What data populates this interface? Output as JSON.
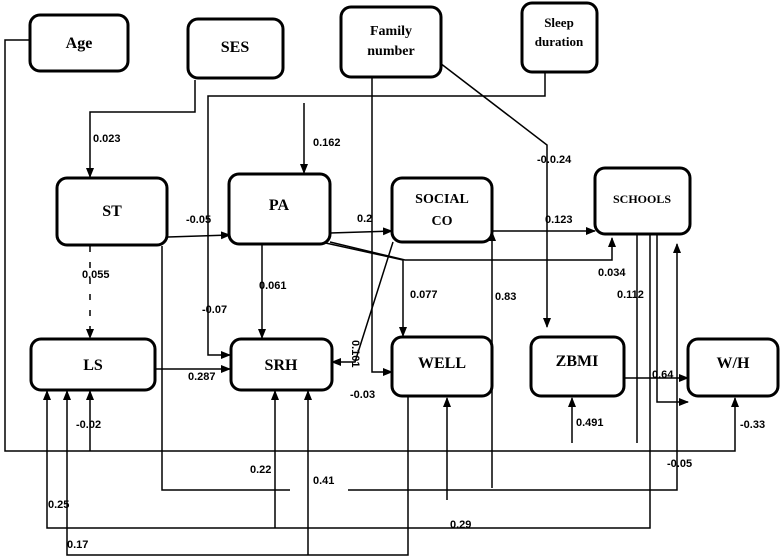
{
  "nodes": {
    "age": "Age",
    "ses": "SES",
    "family_l1": "Family",
    "family_l2": "number",
    "sleep_l1": "Sleep",
    "sleep_l2": "duration",
    "st": "ST",
    "pa": "PA",
    "social_l1": "SOCIAL",
    "social_l2": "CO",
    "schools": "SCHOOLS",
    "ls": "LS",
    "srh": "SRH",
    "well": "WELL",
    "zbmi": "ZBMI",
    "wh": "W/H"
  },
  "coefficients": {
    "ses_st": "0.023",
    "ses_pa": "0.162",
    "st_pa": "-0.05",
    "pa_social": "0.2",
    "family_zbmi": "-0.0.24",
    "social_schools": "0.123",
    "st_ls": "0.055",
    "pa_srh": "0.061",
    "pa_well": "0.077",
    "sleep_srh": "-0.07",
    "social_srh": "0.101",
    "pa_schools": "0.034",
    "social_zbmi": "0.83",
    "schools_label": "0.112",
    "ls_srh": "0.287",
    "family_well": "-0.03",
    "zbmi_wh": "0.64",
    "age_ls": "-0.02",
    "bottom_zbmi": "0.491",
    "age_wh": "-0.33",
    "schools_wh": "-0.05",
    "bottom_srh_a": "0.22",
    "bottom_srh_b": "0.41",
    "bottom_ls_a": "0.25",
    "bottom_well": "0.29",
    "bottom_ls_b": "0.17"
  }
}
